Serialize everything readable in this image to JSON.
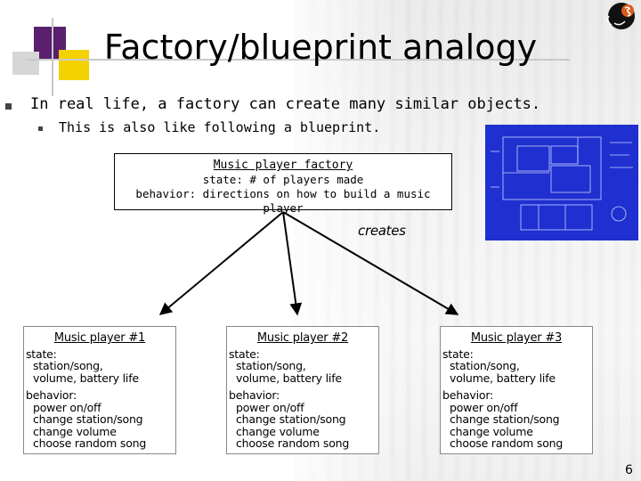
{
  "slide": {
    "title": "Factory/blueprint analogy",
    "bullet_1": "In real life, a factory can create many similar objects.",
    "bullet_2": "This is also like following a blueprint.",
    "page_number": "6"
  },
  "factory": {
    "title": "Music player factory",
    "state": "state: # of players made",
    "behavior": "behavior: directions on how to build a music player"
  },
  "relation": {
    "label": "creates"
  },
  "players": [
    {
      "title": "Music player #1",
      "state_label": "state:",
      "state_items": [
        "station/song,",
        "volume, battery life"
      ],
      "behavior_label": "behavior:",
      "behavior_items": [
        "power on/off",
        "change station/song",
        "change volume",
        "choose random song"
      ]
    },
    {
      "title": "Music player #2",
      "state_label": "state:",
      "state_items": [
        "station/song,",
        "volume, battery life"
      ],
      "behavior_label": "behavior:",
      "behavior_items": [
        "power on/off",
        "change station/song",
        "change volume",
        "choose random song"
      ]
    },
    {
      "title": "Music player #3",
      "state_label": "state:",
      "state_items": [
        "station/song,",
        "volume, battery life"
      ],
      "behavior_label": "behavior:",
      "behavior_items": [
        "power on/off",
        "change station/song",
        "change volume",
        "choose random song"
      ]
    }
  ],
  "colors": {
    "accent_purple": "#5a1f6e",
    "accent_yellow": "#f2d200",
    "blueprint_blue": "#1f2fd0"
  }
}
